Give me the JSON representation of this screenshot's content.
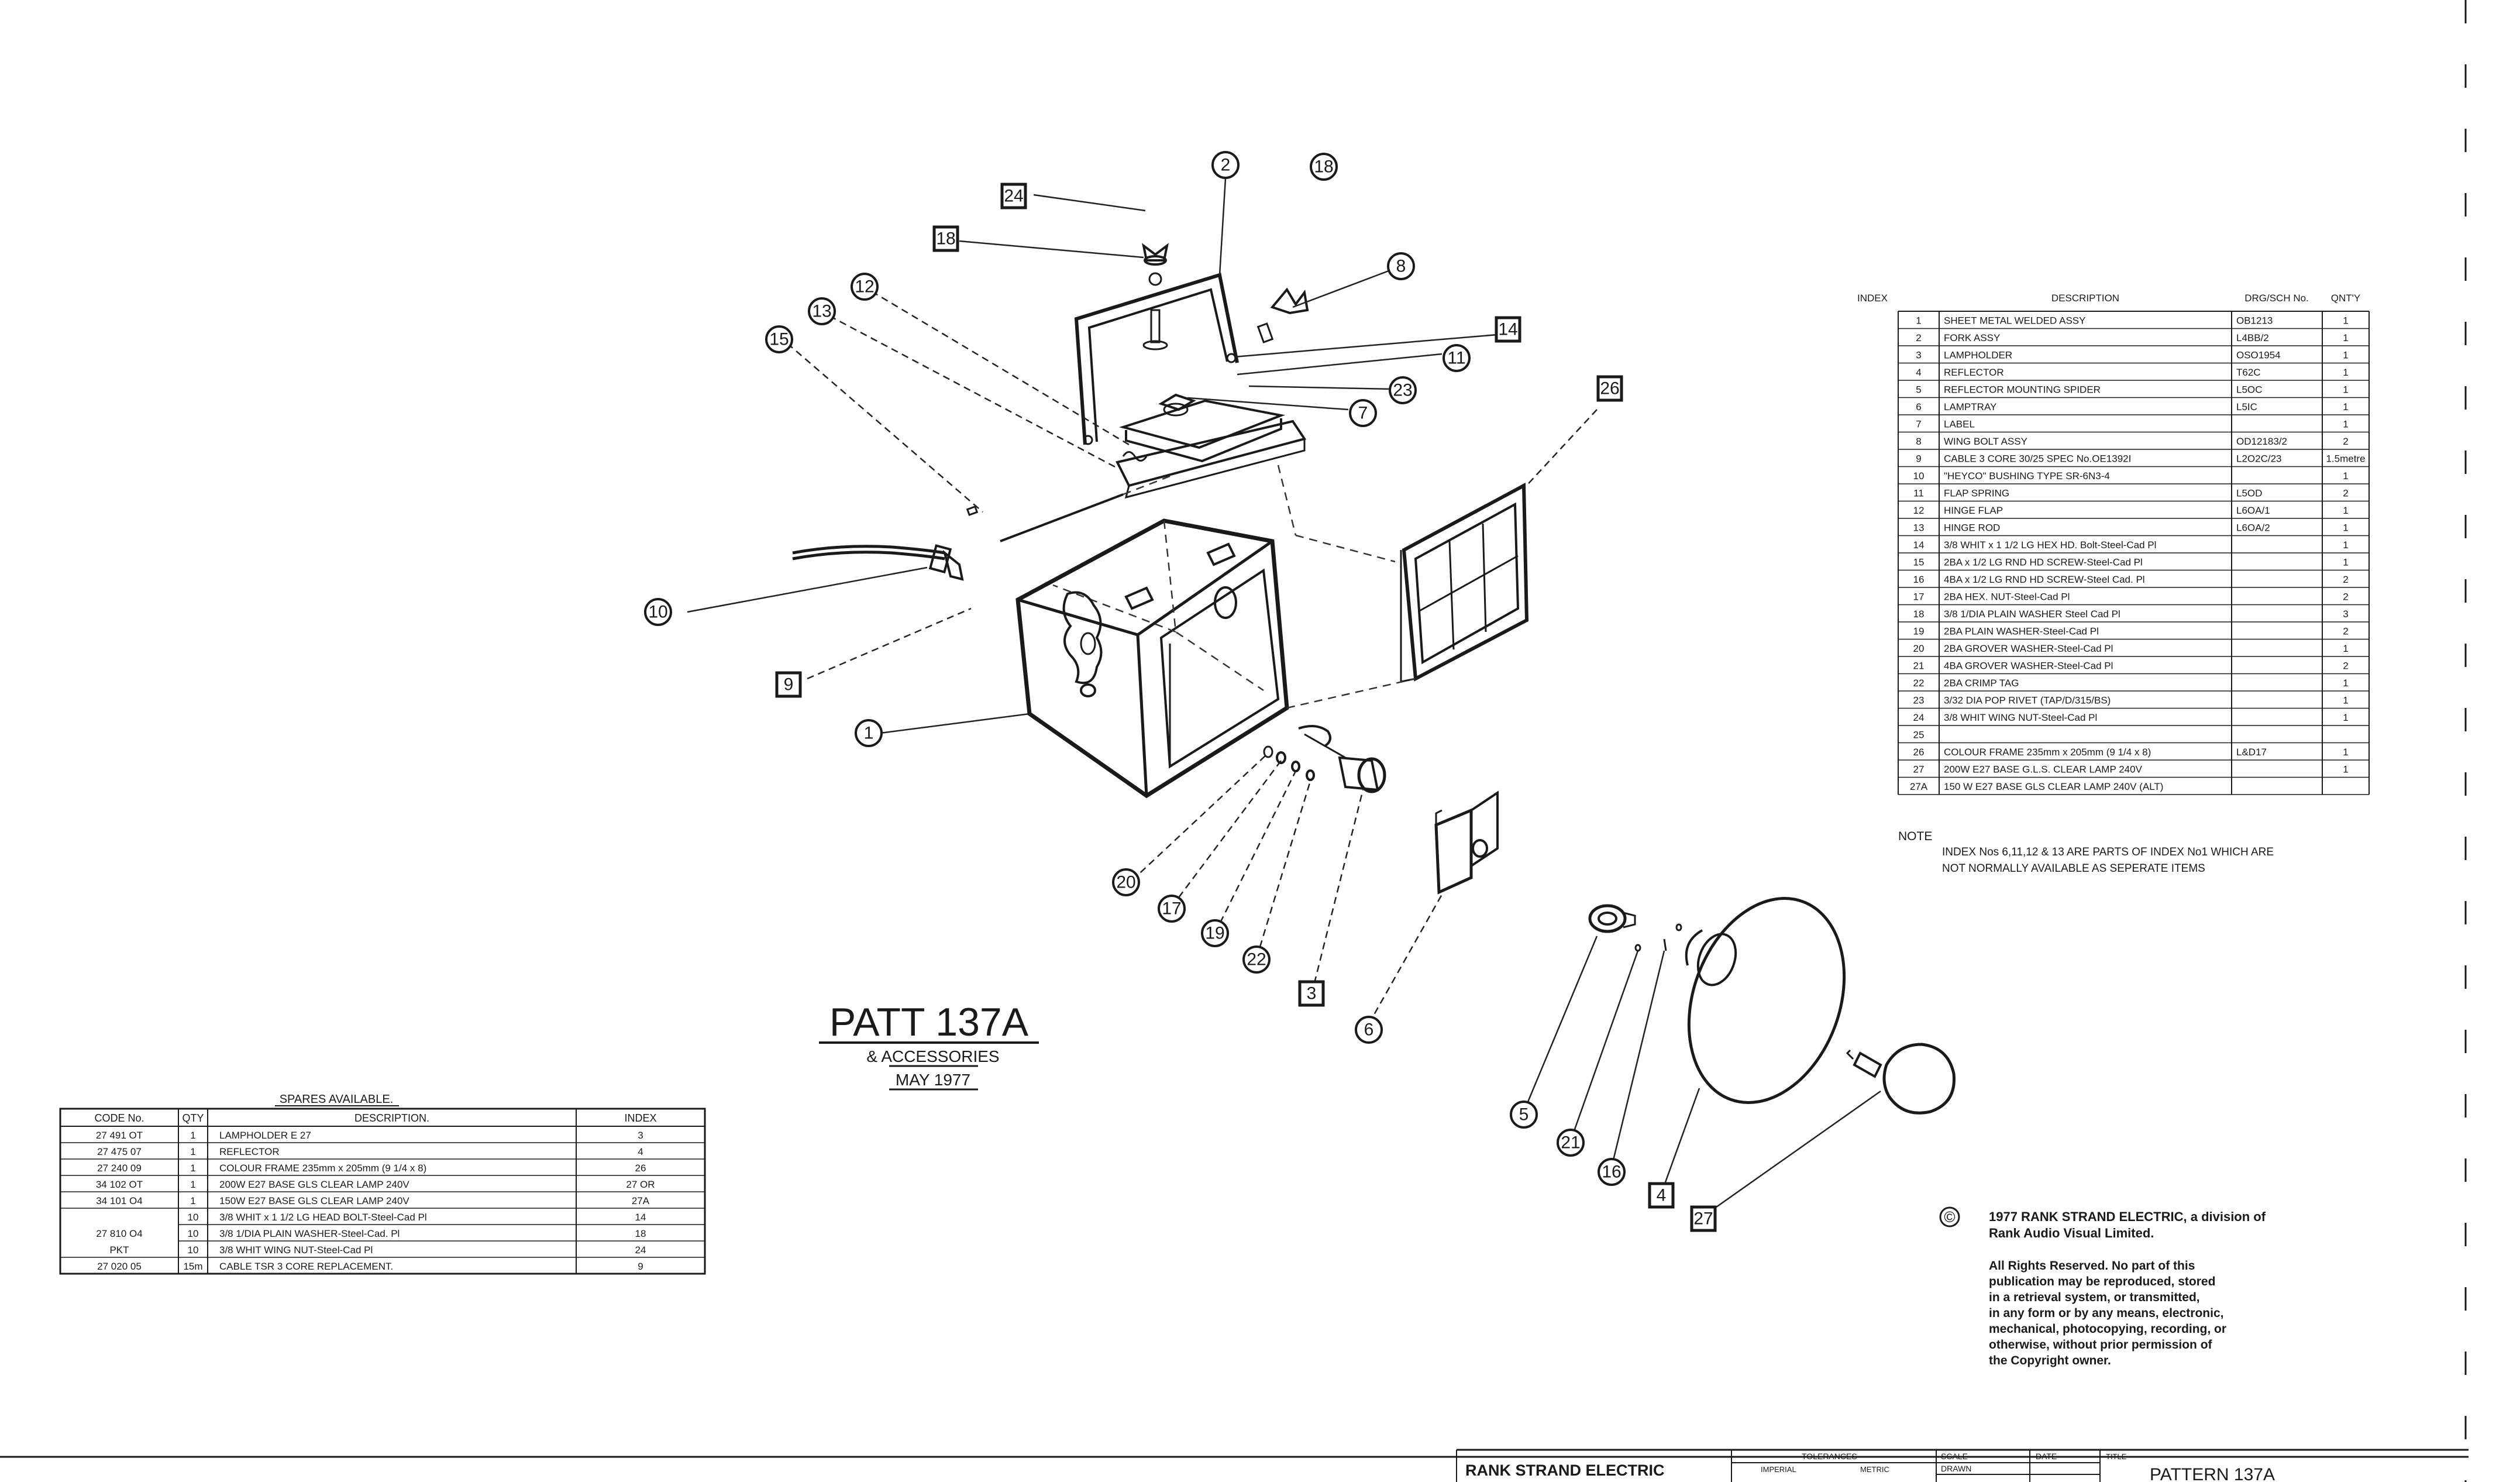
{
  "title": {
    "main": "PATT 137A",
    "sub1": "& ACCESSORIES",
    "sub2": "MAY 1977"
  },
  "callouts": [
    {
      "label": "1",
      "shape": "circle"
    },
    {
      "label": "2",
      "shape": "circle"
    },
    {
      "label": "3",
      "shape": "square"
    },
    {
      "label": "4",
      "shape": "square"
    },
    {
      "label": "5",
      "shape": "circle"
    },
    {
      "label": "6",
      "shape": "circle"
    },
    {
      "label": "7",
      "shape": "circle"
    },
    {
      "label": "8",
      "shape": "circle"
    },
    {
      "label": "9",
      "shape": "square"
    },
    {
      "label": "10",
      "shape": "circle"
    },
    {
      "label": "11",
      "shape": "circle"
    },
    {
      "label": "12",
      "shape": "circle"
    },
    {
      "label": "13",
      "shape": "circle"
    },
    {
      "label": "14",
      "shape": "square"
    },
    {
      "label": "15",
      "shape": "circle"
    },
    {
      "label": "16",
      "shape": "circle"
    },
    {
      "label": "17",
      "shape": "circle"
    },
    {
      "label": "18",
      "shape": "square"
    },
    {
      "label": "18",
      "shape": "circle"
    },
    {
      "label": "19",
      "shape": "circle"
    },
    {
      "label": "20",
      "shape": "circle"
    },
    {
      "label": "21",
      "shape": "circle"
    },
    {
      "label": "22",
      "shape": "circle"
    },
    {
      "label": "23",
      "shape": "circle"
    },
    {
      "label": "24",
      "shape": "square"
    },
    {
      "label": "26",
      "shape": "square"
    },
    {
      "label": "27",
      "shape": "square"
    }
  ],
  "parts_table": {
    "headers": [
      "INDEX",
      "DESCRIPTION",
      "DRG/SCH No.",
      "QNT'Y"
    ],
    "rows": [
      [
        "1",
        "SHEET METAL WELDED ASSY",
        "OB1213",
        "1"
      ],
      [
        "2",
        "FORK ASSY",
        "L4BB/2",
        "1"
      ],
      [
        "3",
        "LAMPHOLDER",
        "OSO1954",
        "1"
      ],
      [
        "4",
        "REFLECTOR",
        "T62C",
        "1"
      ],
      [
        "5",
        "REFLECTOR MOUNTING SPIDER",
        "L5OC",
        "1"
      ],
      [
        "6",
        "LAMPTRAY",
        "L5IC",
        "1"
      ],
      [
        "7",
        "LABEL",
        "",
        "1"
      ],
      [
        "8",
        "WING BOLT ASSY",
        "OD12183/2",
        "2"
      ],
      [
        "9",
        "CABLE 3 CORE 30/25 SPEC No.OE1392I",
        "L2O2C/23",
        "1.5metre"
      ],
      [
        "10",
        "\"HEYCO\" BUSHING TYPE SR-6N3-4",
        "",
        "1"
      ],
      [
        "11",
        "FLAP SPRING",
        "L5OD",
        "2"
      ],
      [
        "12",
        "HINGE FLAP",
        "L6OA/1",
        "1"
      ],
      [
        "13",
        "HINGE ROD",
        "L6OA/2",
        "1"
      ],
      [
        "14",
        "3/8 WHIT x 1 1/2 LG HEX HD. Bolt-Steel-Cad Pl",
        "",
        "1"
      ],
      [
        "15",
        "2BA x 1/2 LG RND HD SCREW-Steel-Cad Pl",
        "",
        "1"
      ],
      [
        "16",
        "4BA x 1/2 LG RND HD SCREW-Steel Cad. Pl",
        "",
        "2"
      ],
      [
        "17",
        "2BA HEX. NUT-Steel-Cad Pl",
        "",
        "2"
      ],
      [
        "18",
        "3/8 1/DIA PLAIN WASHER Steel Cad Pl",
        "",
        "3"
      ],
      [
        "19",
        "2BA PLAIN WASHER-Steel-Cad Pl",
        "",
        "2"
      ],
      [
        "20",
        "2BA GROVER WASHER-Steel-Cad Pl",
        "",
        "1"
      ],
      [
        "21",
        "4BA GROVER WASHER-Steel-Cad Pl",
        "",
        "2"
      ],
      [
        "22",
        "2BA CRIMP TAG",
        "",
        "1"
      ],
      [
        "23",
        "3/32 DIA POP RIVET (TAP/D/315/BS)",
        "",
        "1"
      ],
      [
        "24",
        "3/8 WHIT WING NUT-Steel-Cad Pl",
        "",
        "1"
      ],
      [
        "25",
        "",
        "",
        ""
      ],
      [
        "26",
        "COLOUR FRAME 235mm x 205mm (9 1/4 x 8)",
        "L&D17",
        "1"
      ],
      [
        "27",
        "200W E27 BASE G.L.S. CLEAR LAMP 240V",
        "",
        "1"
      ],
      [
        "27A",
        "150 W E27 BASE GLS CLEAR LAMP 240V (ALT)",
        "",
        ""
      ]
    ],
    "note_label": "NOTE",
    "note_line1": "INDEX Nos 6,11,12 & 13 ARE PARTS OF INDEX No1 WHICH ARE",
    "note_line2": "NOT NORMALLY AVAILABLE AS SEPERATE ITEMS"
  },
  "spares_table": {
    "title": "SPARES AVAILABLE.",
    "headers": [
      "CODE No.",
      "QTY",
      "DESCRIPTION.",
      "INDEX"
    ],
    "rows": [
      [
        "27 491 OT",
        "1",
        "LAMPHOLDER E 27",
        "3"
      ],
      [
        "27 475 07",
        "1",
        "REFLECTOR",
        "4"
      ],
      [
        "27 240 09",
        "1",
        "COLOUR FRAME 235mm x 205mm (9 1/4 x 8)",
        "26"
      ],
      [
        "34 102 OT",
        "1",
        "200W E27 BASE GLS CLEAR LAMP 240V",
        "27 OR"
      ],
      [
        "34 101 O4",
        "1",
        "150W E27 BASE GLS CLEAR LAMP 240V",
        "27A"
      ],
      [
        "",
        "10",
        "3/8 WHIT x 1 1/2 LG HEAD BOLT-Steel-Cad Pl",
        "14"
      ],
      [
        "27 810 O4",
        "10",
        "3/8 1/DIA PLAIN WASHER-Steel-Cad. Pl",
        "18"
      ],
      [
        "PKT",
        "10",
        "3/8 WHIT WING NUT-Steel-Cad Pl",
        "24"
      ],
      [
        "27 020 05",
        "15m",
        "CABLE TSR 3 CORE REPLACEMENT.",
        "9"
      ]
    ]
  },
  "copyright": {
    "symbol": "©",
    "line1": "1977 RANK STRAND ELECTRIC, a division of",
    "line2": "Rank Audio Visual Limited.",
    "body": [
      "All Rights Reserved. No part of this",
      "publication may be reproduced, stored",
      "in a retrieval system, or transmitted,",
      "in any form or by any means, electronic,",
      "mechanical, photocopying, recording, or",
      "otherwise, without prior permission of",
      "the Copyright owner."
    ]
  },
  "title_block": {
    "company": "RANK STRAND ELECTRIC",
    "tolerances": "TOLERANCES",
    "imperial": "IMPERIAL",
    "metric": "METRIC",
    "scale": "SCALE",
    "drawn": "DRAWN",
    "date": "DATE",
    "title_label": "TITLE",
    "drawing_title": "PATTERN 137A"
  },
  "colors": {
    "ink": "#1a1a1a",
    "paper": "#ffffff"
  }
}
